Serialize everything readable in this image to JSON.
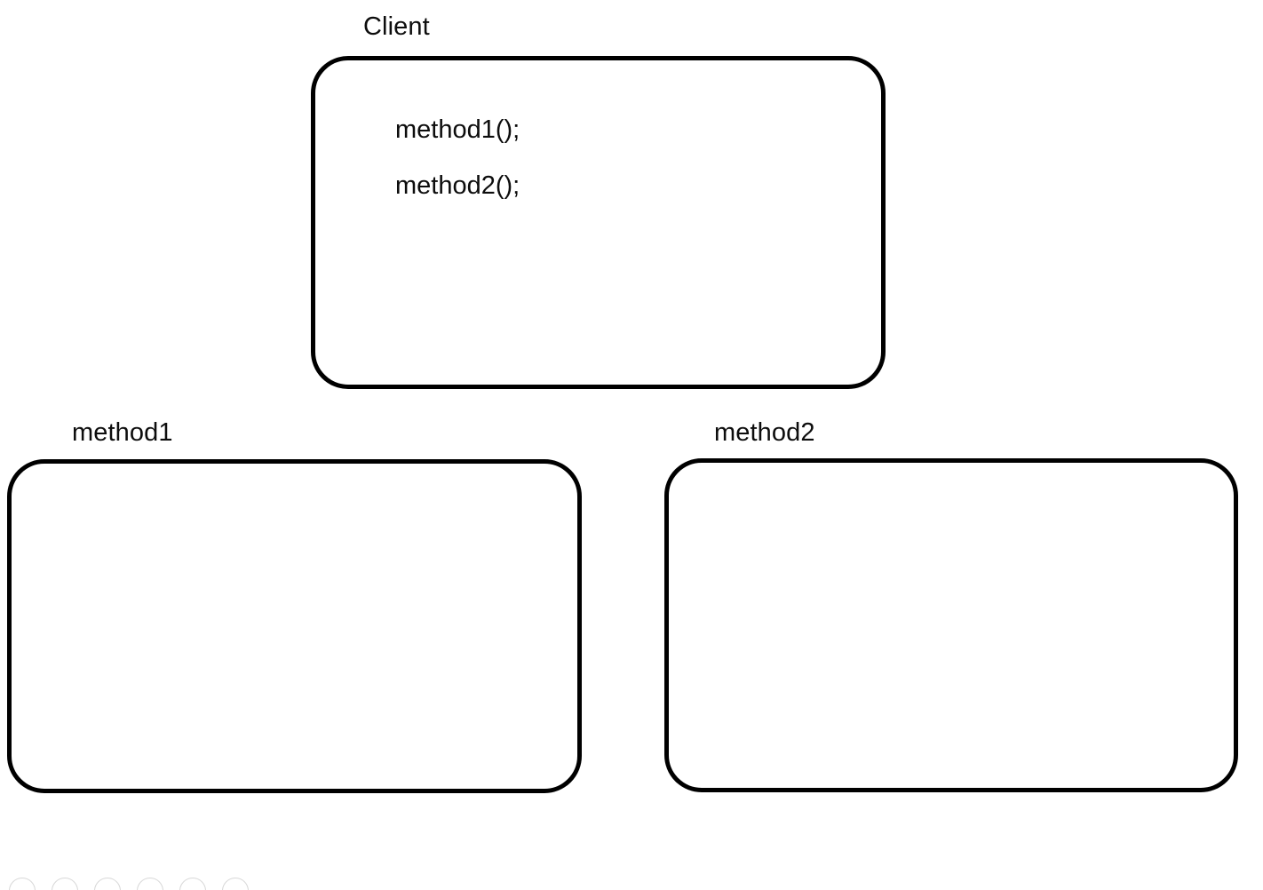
{
  "diagram": {
    "background_color": "#ffffff",
    "stroke_color": "#000000",
    "text_color": "#0d0d0d",
    "nodes": [
      {
        "id": "client",
        "caption": "Client",
        "statements": [
          "method1();",
          "method2();"
        ]
      },
      {
        "id": "method1",
        "caption": "method1",
        "statements": []
      },
      {
        "id": "method2",
        "caption": "method2",
        "statements": []
      }
    ],
    "handles": {
      "count": 6,
      "color": "#d8d8d8"
    }
  }
}
